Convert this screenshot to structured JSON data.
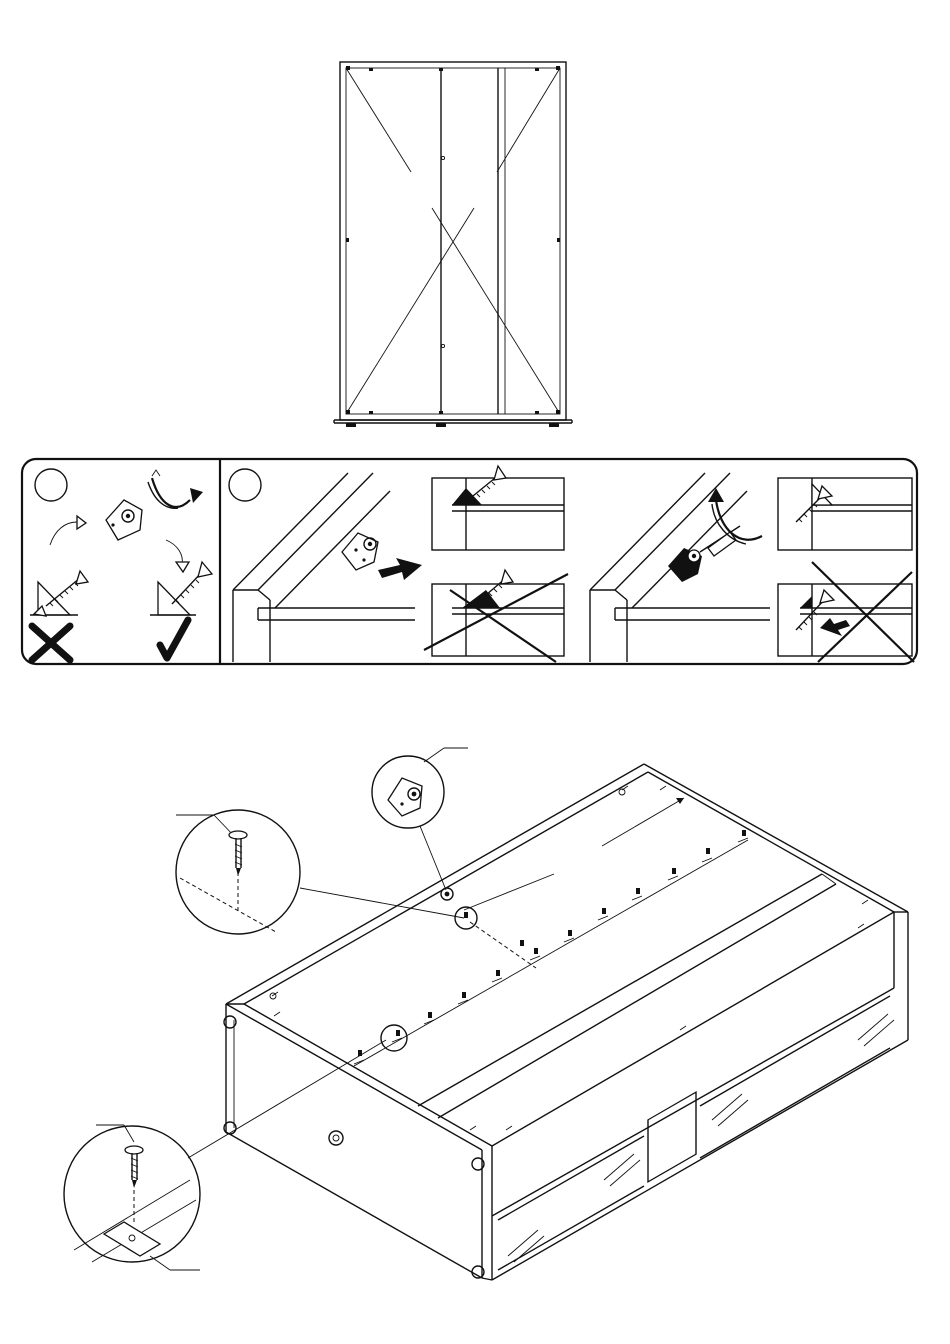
{
  "figure": {
    "title": "",
    "panels": [
      {
        "id": "wardrobe-rear-view",
        "description_text": ""
      },
      {
        "id": "instruction-strip",
        "sub_panels": [
          "correct-screw-angle",
          "bracket-fitting"
        ]
      },
      {
        "id": "back-panel-nailing",
        "callouts": [
          "screw-detail-top",
          "bracket-detail",
          "screw-washer-detail"
        ]
      }
    ]
  },
  "icons": {
    "cross": "cross-mark-icon",
    "check": "check-mark-icon",
    "rotate": "rotate-arrow-icon",
    "push": "push-arrow-icon"
  },
  "colors": {
    "ink": "#111111",
    "paper": "#ffffff"
  }
}
